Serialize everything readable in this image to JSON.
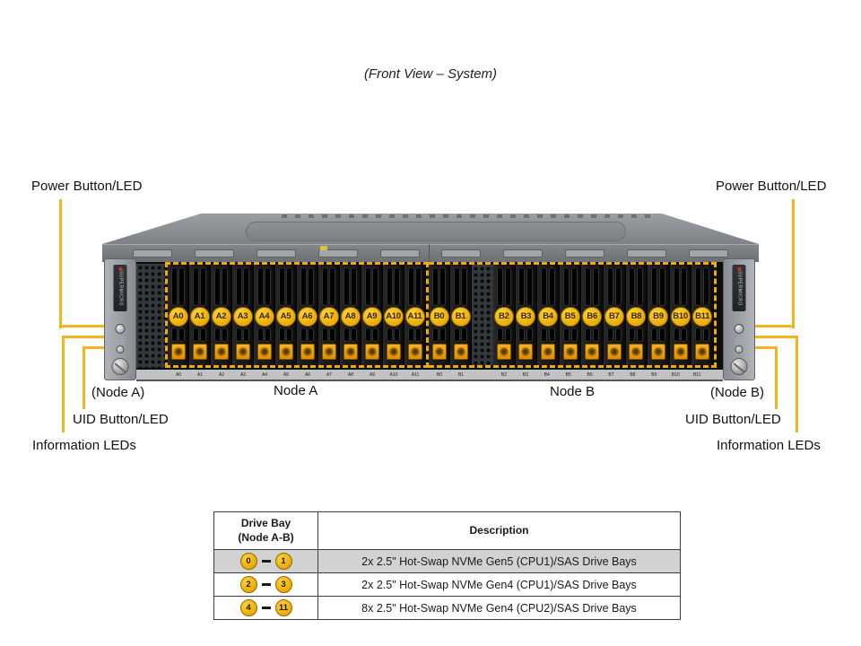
{
  "title": "(Front View – System)",
  "callouts": {
    "left": {
      "power": "Power Button/LED",
      "node": "(Node A)",
      "uid": "UID Button/LED",
      "info": "Information LEDs"
    },
    "right": {
      "power": "Power Button/LED",
      "node": "(Node B)",
      "uid": "UID Button/LED",
      "info": "Information LEDs"
    }
  },
  "nodes": {
    "a": {
      "label": "Node A",
      "bays": [
        "A0",
        "A1",
        "A2",
        "A3",
        "A4",
        "A5",
        "A6",
        "A7",
        "A8",
        "A9",
        "A10",
        "A11"
      ]
    },
    "b": {
      "label": "Node B",
      "bays_left": [
        "B0",
        "B1"
      ],
      "bays_right": [
        "B2",
        "B3",
        "B4",
        "B5",
        "B6",
        "B7",
        "B8",
        "B9",
        "B10",
        "B11"
      ]
    }
  },
  "ears": {
    "brand": "SUPERMICRO"
  },
  "table": {
    "header": {
      "col1_line1": "Drive Bay",
      "col1_line2": "(Node A-B)",
      "col2": "Description"
    },
    "rows": [
      {
        "from": "0",
        "to": "1",
        "description": "2x 2.5\" Hot-Swap NVMe Gen5 (CPU1)/SAS Drive Bays"
      },
      {
        "from": "2",
        "to": "3",
        "description": "2x 2.5\" Hot-Swap NVMe Gen4 (CPU1)/SAS Drive Bays"
      },
      {
        "from": "4",
        "to": "11",
        "description": "8x 2.5\" Hot-Swap NVMe Gen4 (CPU2)/SAS Drive Bays"
      }
    ]
  },
  "colors": {
    "accent_gold": "#F3B51C",
    "dashed_gold": "#F0AC00",
    "badge_gold": "#E9A800",
    "latch_orange": "#F0A010",
    "shaded_row": "#D2D2D2"
  }
}
